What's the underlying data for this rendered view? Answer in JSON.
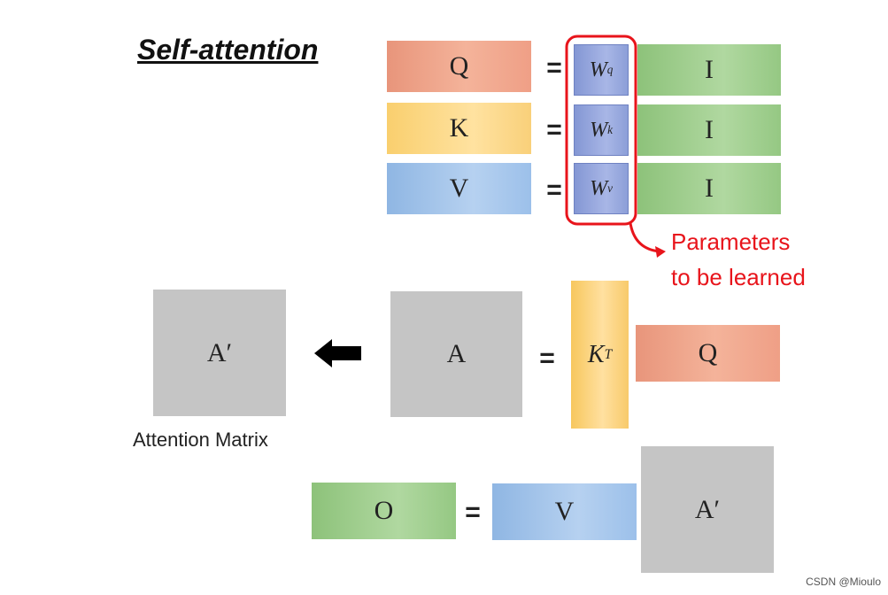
{
  "title": "Self-attention",
  "rows": [
    {
      "lhs": "Q",
      "weight_base": "W",
      "weight_sup": "q",
      "rhs": "I"
    },
    {
      "lhs": "K",
      "weight_base": "W",
      "weight_sup": "k",
      "rhs": "I"
    },
    {
      "lhs": "V",
      "weight_base": "W",
      "weight_sup": "v",
      "rhs": "I"
    }
  ],
  "equals": "=",
  "annotation": {
    "line1": "Parameters",
    "line2": "to be learned",
    "color": "#e8141b"
  },
  "attention": {
    "a_prime": "A′",
    "a": "A",
    "kt_base": "K",
    "kt_sup": "T",
    "q": "Q",
    "matrix_label": "Attention Matrix"
  },
  "output": {
    "o": "O",
    "v": "V",
    "a_prime": "A′"
  },
  "watermark": "CSDN @Mioulo",
  "colors": {
    "q": "#f4b39a",
    "k": "#ffe2a0",
    "v": "#b6d1f0",
    "i": "#b0d8a0",
    "w": "#a8b6e6",
    "gray": "#c5c5c5"
  }
}
